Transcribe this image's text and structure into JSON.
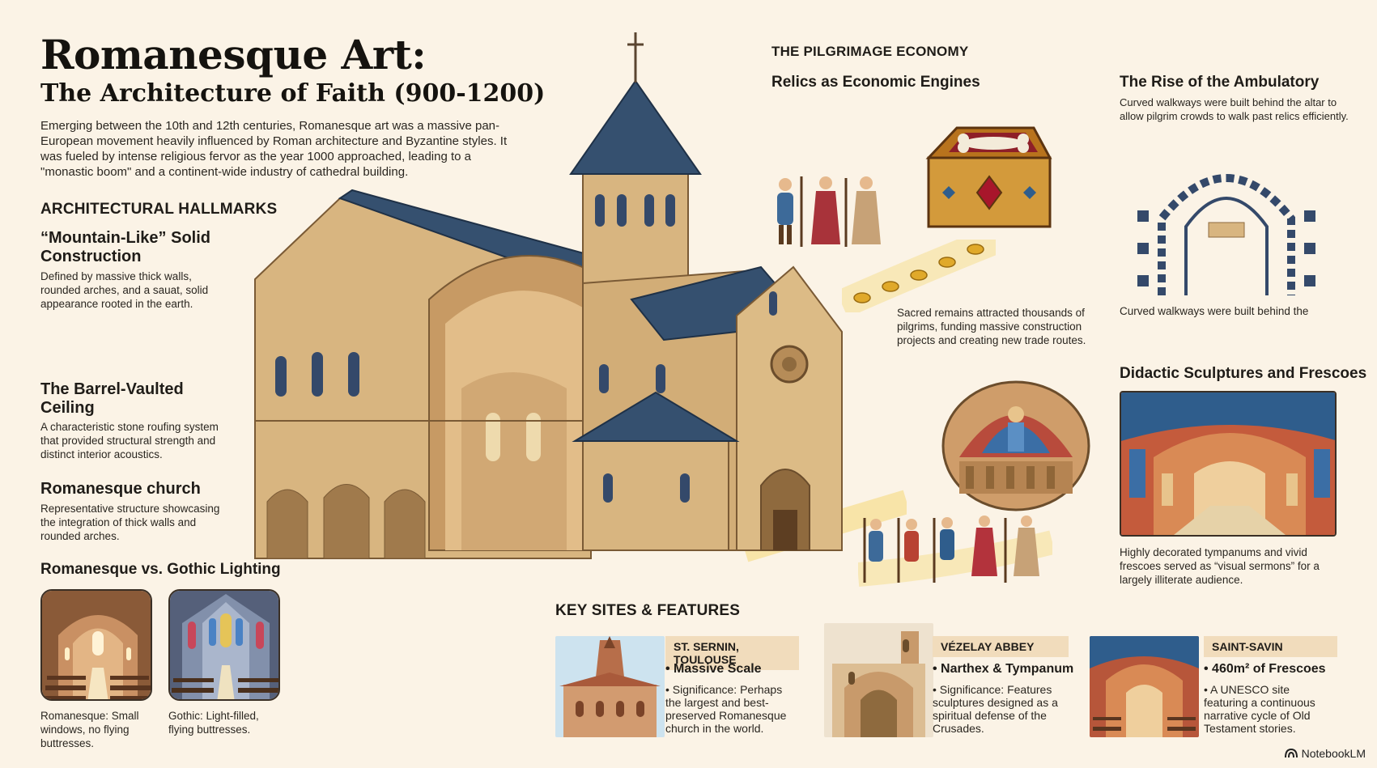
{
  "header": {
    "title": "Romanesque Art:",
    "subtitle": "The Architecture of Faith (900-1200)",
    "intro": "Emerging between the 10th and 12th centuries, Romanesque art was a massive pan-European movement heavily influenced by Roman architecture and Byzantine styles. It was fueled by intense religious fervor as the year 1000 approached, leading to a \"monastic boom\" and a continent-wide industry of cathedral building."
  },
  "hallmarks": {
    "heading": "ARCHITECTURAL HALLMARKS",
    "items": [
      {
        "title": "“Mountain-Like” Solid Construction",
        "desc": "Defined by massive thick walls, rounded arches, and a sauat, solid appearance rooted in the earth."
      },
      {
        "title": "The Barrel-Vaulted Ceiling",
        "desc": "A characteristic stone roufing system that provided structural strength and distinct interior acoustics."
      },
      {
        "title": "Romanesque church",
        "desc": "Representative structure showcasing the integration of thick walls and rounded arches."
      }
    ]
  },
  "lighting": {
    "heading": "Romanesque vs. Gothic Lighting",
    "romanesque_caption": "Romanesque: Small windows, no flying buttresses.",
    "gothic_caption": "Gothic: Light-filled, flying buttresses."
  },
  "pilgrimage": {
    "heading": "THE PILGRIMAGE ECONOMY",
    "subheading": "Relics as Economic Engines",
    "desc": "Sacred remains attracted thousands of pilgrims, funding massive construction projects and creating new trade routes."
  },
  "ambulatory": {
    "title": "The Rise of the Ambulatory",
    "desc": "Curved walkways were built behind the altar to allow pilgrim crowds to walk past relics efficiently.",
    "caption": "Curved walkways were built behind the"
  },
  "didactic": {
    "title": "Didactic Sculptures and Frescoes",
    "desc": "Highly decorated tympanums and vivid frescoes served as “visual sermons” for a largely illiterate audience."
  },
  "key_sites": {
    "heading": "KEY SITES & FEATURES",
    "sites": [
      {
        "tag": "ST. SERNIN, TOULOUSE",
        "feature": "Massive Scale",
        "detail": "Significance: Perhaps the largest and best-preserved Romanesque church in the world."
      },
      {
        "tag": "VÉZELAY ABBEY",
        "feature": "Narthex & Tympanum",
        "detail": "Significance: Features sculptures designed as a spiritual defense of the Crusades."
      },
      {
        "tag": "SAINT-SAVIN",
        "feature": "460m² of Frescoes",
        "detail": "A UNESCO site featuring a continuous narrative cycle of Old Testament stories."
      }
    ]
  },
  "branding": {
    "logo": "NotebookLM"
  },
  "colors": {
    "background": "#fbf3e6",
    "stone": "#d9b983",
    "roof": "#35506f",
    "tag": "#f1dcbc"
  }
}
